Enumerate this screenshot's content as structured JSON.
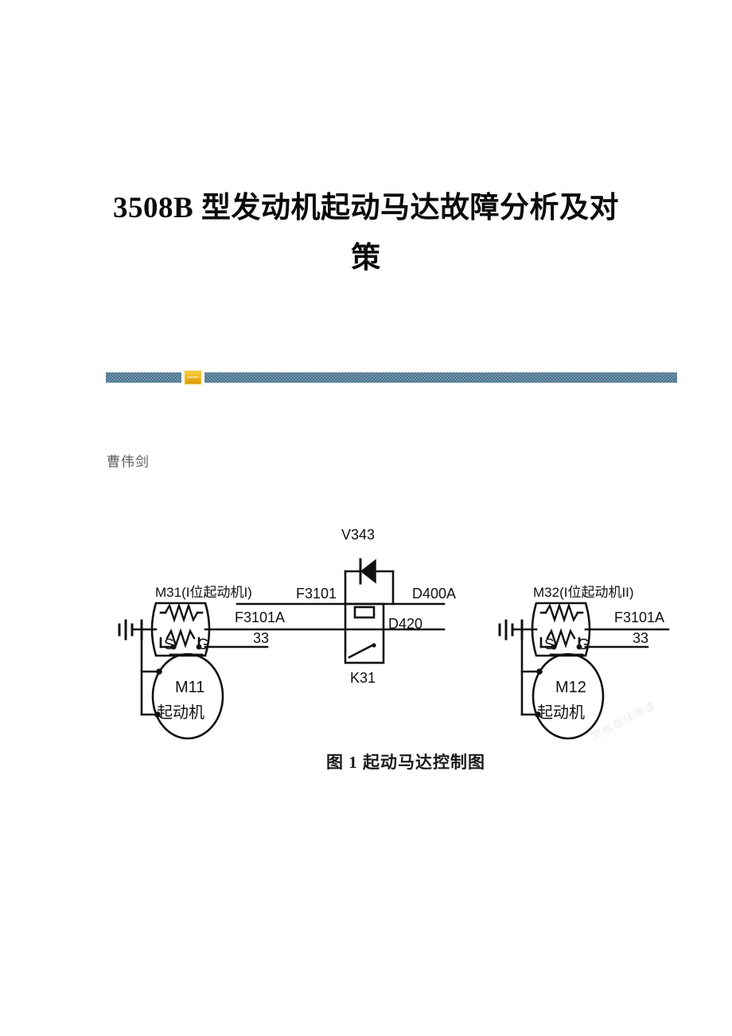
{
  "document": {
    "title_line_1": "3508B 型发动机起动马达故障分析及对",
    "title_line_2": "策",
    "author": "曹伟剑",
    "accent_bar_color": "#4c7491",
    "accent_gem_color": "#efb01a",
    "watermark_text": "文档在线阅读"
  },
  "figure": {
    "caption": "图 1  起动马达控制图",
    "labels": {
      "left_starter_title": "M31(I位起动机I)",
      "right_starter_title": "M32(I位起动机II)",
      "left_wire_top": "F3101A",
      "left_wire_bottom": "33",
      "right_wire_top": "F3101A",
      "right_wire_bottom": "33",
      "left_motor_id": "M11",
      "left_motor_name": "起动机",
      "right_motor_id": "M12",
      "right_motor_name": "起动机",
      "left_terminal_s": "S",
      "left_terminal_g": "G",
      "right_terminal_s": "S",
      "right_terminal_g": "G",
      "diode": "V343",
      "relay": "K31",
      "fuse_left": "F3101",
      "wire_d400a": "D400A",
      "wire_d420": "D420"
    }
  }
}
